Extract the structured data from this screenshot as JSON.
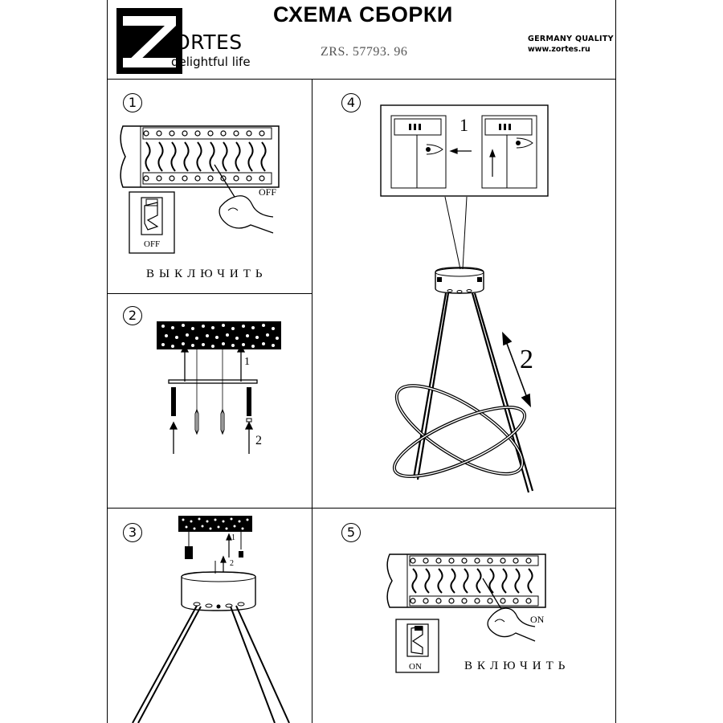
{
  "header": {
    "logo_letter": "Z",
    "brand": "ORTES",
    "tagline": "delightful life",
    "title": "СХЕМА СБОРКИ",
    "model_code": "ZRS. 57793. 96",
    "quality": "GERMANY QUALITY",
    "website": "www.zortes.ru"
  },
  "steps": [
    {
      "number": "1",
      "caption": "ВЫКЛЮЧИТЬ",
      "switch_label": "OFF",
      "breaker_label": "OFF"
    },
    {
      "number": "2",
      "arrow_labels": [
        "1",
        "2"
      ]
    },
    {
      "number": "3",
      "arrow_labels": [
        "1",
        "2"
      ]
    },
    {
      "number": "4",
      "arrow_labels": [
        "1",
        "2"
      ]
    },
    {
      "number": "5",
      "caption": "ВКЛЮЧИТЬ",
      "switch_label": "ON",
      "breaker_label": "ON"
    }
  ],
  "colors": {
    "line": "#000000",
    "background": "#ffffff"
  }
}
